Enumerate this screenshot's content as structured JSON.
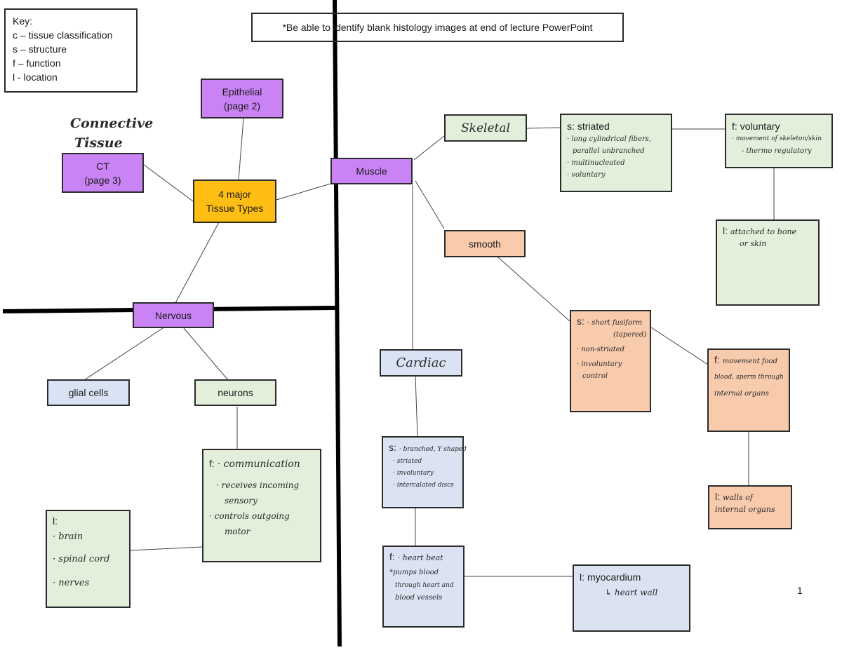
{
  "key": {
    "title": "Key:",
    "lines": [
      "c – tissue classification",
      "s – structure",
      "f – function",
      "l - location"
    ]
  },
  "banner": "*Be able to identify blank histology images at end of lecture PowerPoint",
  "connective_handwritten": [
    "Connective",
    "Tissue"
  ],
  "nodes": {
    "epithelial": [
      "Epithelial",
      "(page 2)"
    ],
    "ct": [
      "CT",
      "(page 3)"
    ],
    "major": [
      "4 major",
      "Tissue Types"
    ],
    "muscle": "Muscle",
    "nervous": "Nervous",
    "glial": "glial cells",
    "neurons": "neurons",
    "skeletal": "Skeletal",
    "smooth": "smooth",
    "cardiac": "Cardiac"
  },
  "notes": {
    "skel_s": {
      "prefix": "s:",
      "heading": "striated",
      "rows": [
        "· long cylindrical fibers,",
        "parallel unbranched",
        "· multinucleated",
        "· voluntary"
      ]
    },
    "skel_f": {
      "prefix": "f:",
      "heading": "voluntary",
      "rows": [
        "· movement of skeleton/skin",
        "- thermo regulatory"
      ]
    },
    "skel_l": {
      "prefix": "l:",
      "rows": [
        "attached to bone",
        "or skin"
      ]
    },
    "smooth_s": {
      "prefix": "s:",
      "rows": [
        "· short fusiform",
        "(tapered)",
        "· non-striated",
        "· involuntary",
        "control"
      ]
    },
    "smooth_f": {
      "prefix": "f:",
      "rows": [
        "movement food",
        "blood, sperm through",
        "internal organs"
      ]
    },
    "smooth_l": {
      "prefix": "l:",
      "rows": [
        "walls of",
        "internal organs"
      ]
    },
    "card_s": {
      "prefix": "s:",
      "rows": [
        "· branched, Y shaped",
        "· striated",
        "· involuntary",
        "· intercalated discs"
      ]
    },
    "card_f": {
      "prefix": "f:",
      "rows": [
        "· heart beat",
        "*pumps blood",
        "through heart and",
        "blood vessels"
      ]
    },
    "card_l": {
      "prefix": "l:",
      "heading": "myocardium",
      "rows": [
        "↳ heart wall"
      ]
    },
    "neur_f": {
      "prefix": "f:",
      "rows": [
        "· communication",
        "· receives incoming",
        "sensory",
        "· controls outgoing",
        "motor"
      ]
    },
    "neur_l": {
      "prefix": "l:",
      "rows": [
        "· brain",
        "· spinal cord",
        "· nerves"
      ]
    }
  },
  "page_number": "1",
  "colors": {
    "purple": "#c983f5",
    "gold": "#ffbe13",
    "green": "#e3efda",
    "blue": "#dae3f3",
    "peach": "#f8cbad"
  }
}
